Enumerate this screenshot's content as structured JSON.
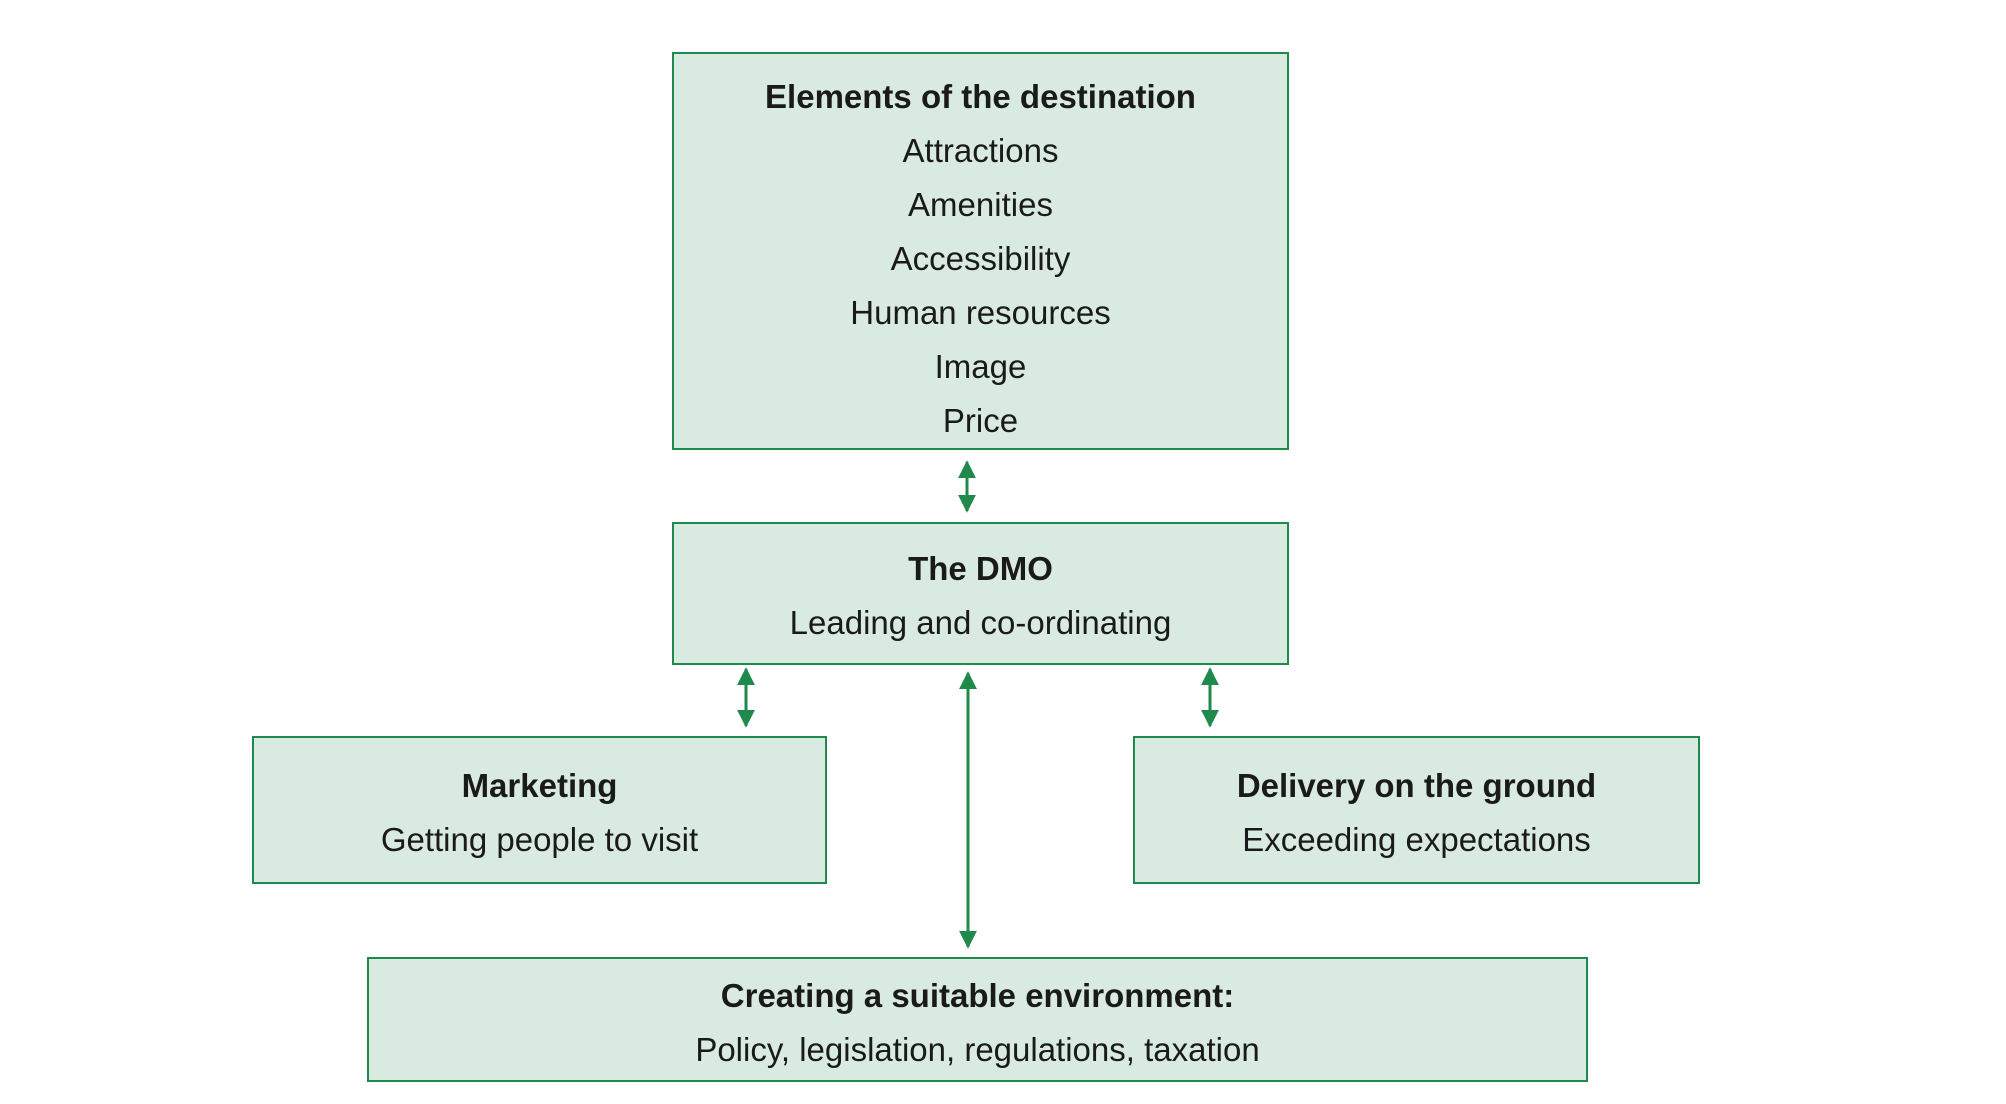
{
  "elements": {
    "title": "Elements of the destination",
    "items": [
      "Attractions",
      "Amenities",
      "Accessibility",
      "Human resources",
      "Image",
      "Price"
    ]
  },
  "dmo": {
    "title": "The DMO",
    "subtitle": "Leading and co-ordinating"
  },
  "marketing": {
    "title": "Marketing",
    "subtitle": "Getting people to visit"
  },
  "delivery": {
    "title": "Delivery on the ground",
    "subtitle": "Exceeding expectations"
  },
  "environment": {
    "title": "Creating a suitable environment:",
    "subtitle": "Policy, legislation, regulations, taxation"
  },
  "colors": {
    "box_fill": "#d9ebe1",
    "box_border": "#1f8a4c",
    "arrow": "#1f8a4c"
  }
}
